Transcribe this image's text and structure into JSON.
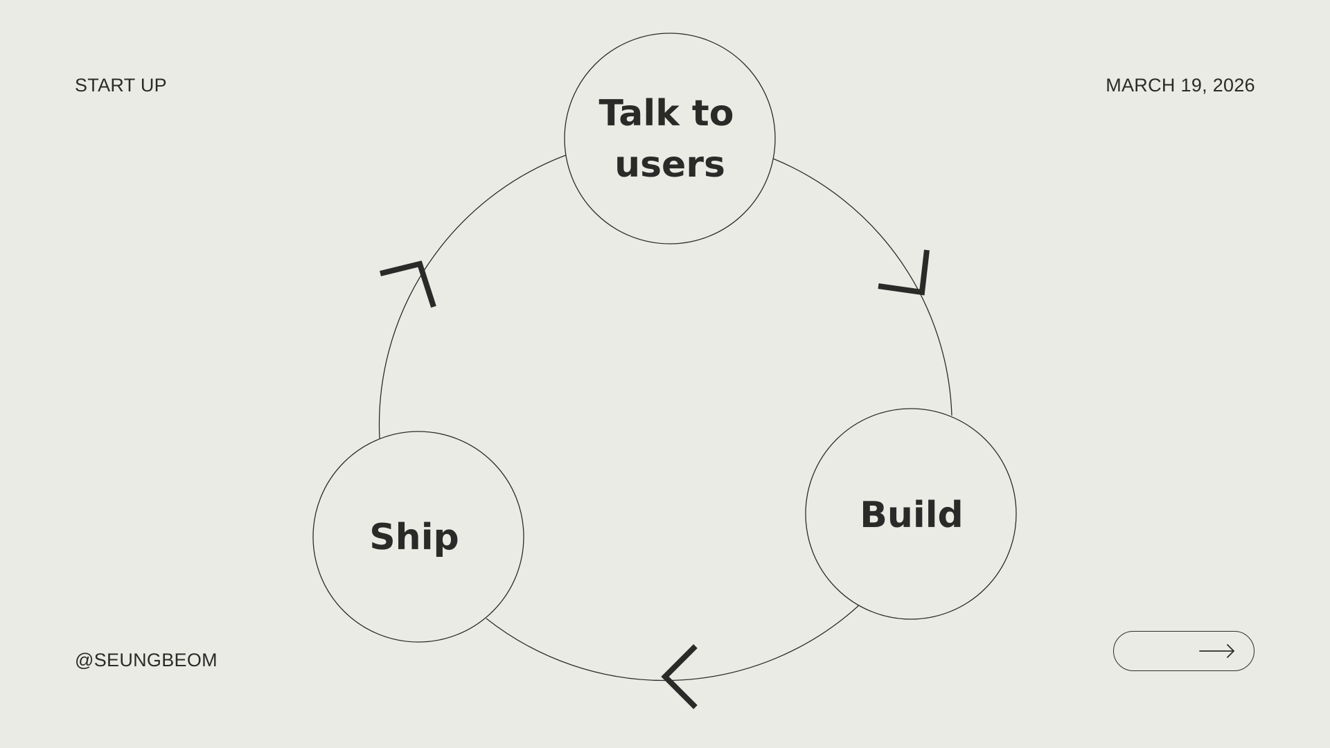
{
  "header": {
    "brand": "START UP",
    "date": "MARCH 19, 2026"
  },
  "footer": {
    "handle": "@SEUNGBEOM",
    "next_button_icon": "arrow-right-icon"
  },
  "diagram": {
    "type": "cycle",
    "nodes": [
      {
        "lines": [
          "Talk to",
          "users"
        ]
      },
      {
        "lines": [
          "Build"
        ]
      },
      {
        "lines": [
          "Ship"
        ]
      }
    ],
    "flow": [
      "Talk to users",
      "Build",
      "Ship",
      "Talk to users"
    ],
    "arrow_icons": [
      "chevron-icon",
      "chevron-icon",
      "chevron-icon"
    ]
  },
  "colors": {
    "background": "#ebebe6",
    "ink": "#2a2a28"
  }
}
